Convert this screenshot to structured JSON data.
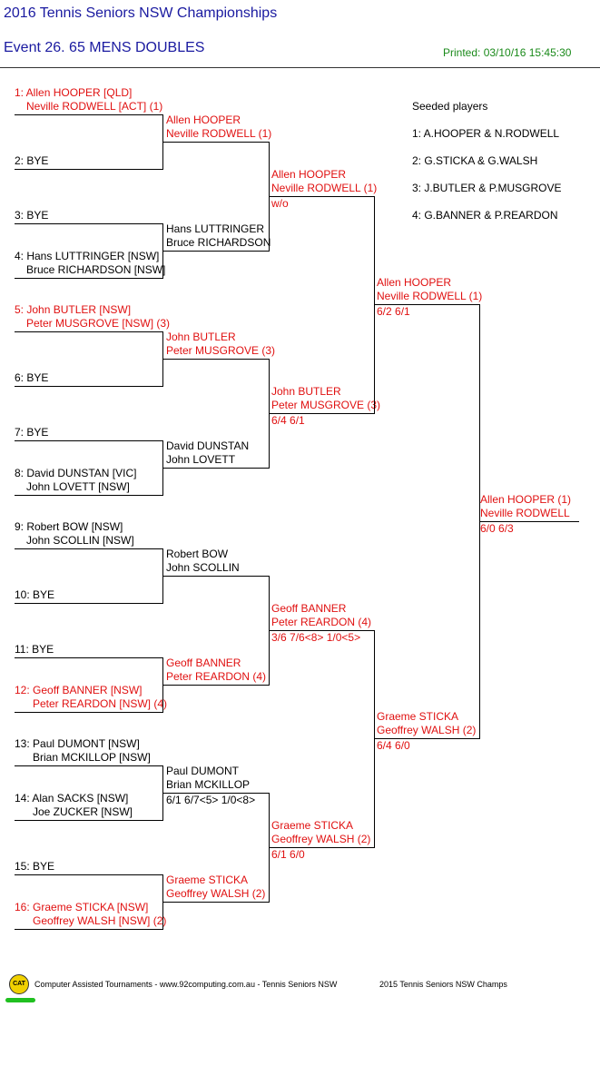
{
  "header": {
    "title": "2016 Tennis Seniors NSW Championships",
    "event": "Event 26. 65 MENS DOUBLES",
    "printed": "Printed: 03/10/16 15:45:30"
  },
  "seeded": {
    "title": "Seeded players",
    "list": [
      "1: A.HOOPER & N.RODWELL",
      "2: G.STICKA & G.WALSH",
      "3: J.BUTLER & P.MUSGROVE",
      "4: G.BANNER & P.REARDON"
    ]
  },
  "draw": {
    "r1": [
      {
        "l1": "1: Allen HOOPER [QLD]",
        "l2": "Neville RODWELL [ACT] (1)",
        "seed": true
      },
      {
        "l1": "2: BYE",
        "l2": "",
        "seed": false
      },
      {
        "l1": "3: BYE",
        "l2": "",
        "seed": false
      },
      {
        "l1": "4: Hans LUTTRINGER [NSW]",
        "l2": "Bruce RICHARDSON [NSW]",
        "seed": false
      },
      {
        "l1": "5: John BUTLER [NSW]",
        "l2": "Peter MUSGROVE [NSW] (3)",
        "seed": true
      },
      {
        "l1": "6: BYE",
        "l2": "",
        "seed": false
      },
      {
        "l1": "7: BYE",
        "l2": "",
        "seed": false
      },
      {
        "l1": "8: David DUNSTAN [VIC]",
        "l2": "John LOVETT [NSW]",
        "seed": false
      },
      {
        "l1": "9: Robert BOW [NSW]",
        "l2": "John SCOLLIN [NSW]",
        "seed": false
      },
      {
        "l1": "10: BYE",
        "l2": "",
        "seed": false
      },
      {
        "l1": "11: BYE",
        "l2": "",
        "seed": false
      },
      {
        "l1": "12: Geoff BANNER [NSW]",
        "l2": "Peter REARDON [NSW] (4)",
        "seed": true
      },
      {
        "l1": "13: Paul DUMONT [NSW]",
        "l2": "Brian MCKILLOP [NSW]",
        "seed": false
      },
      {
        "l1": "14: Alan SACKS [NSW]",
        "l2": "Joe ZUCKER [NSW]",
        "seed": false
      },
      {
        "l1": "15: BYE",
        "l2": "",
        "seed": false
      },
      {
        "l1": "16: Graeme STICKA [NSW]",
        "l2": "Geoffrey WALSH [NSW] (2)",
        "seed": true
      }
    ],
    "r2": [
      {
        "l1": "Allen HOOPER",
        "l2": "Neville RODWELL (1)",
        "score": "",
        "seed": true
      },
      {
        "l1": "Hans LUTTRINGER",
        "l2": "Bruce RICHARDSON",
        "score": "",
        "seed": false
      },
      {
        "l1": "John BUTLER",
        "l2": "Peter MUSGROVE (3)",
        "score": "",
        "seed": true
      },
      {
        "l1": "David DUNSTAN",
        "l2": "John LOVETT",
        "score": "",
        "seed": false
      },
      {
        "l1": "Robert BOW",
        "l2": "John SCOLLIN",
        "score": "",
        "seed": false
      },
      {
        "l1": "Geoff BANNER",
        "l2": "Peter REARDON (4)",
        "score": "",
        "seed": true
      },
      {
        "l1": "Paul DUMONT",
        "l2": "Brian MCKILLOP",
        "score": "6/1 6/7<5>  1/0<8>",
        "seed": false
      },
      {
        "l1": "Graeme STICKA",
        "l2": "Geoffrey WALSH (2)",
        "score": "",
        "seed": true
      }
    ],
    "r3": [
      {
        "l1": "Allen HOOPER",
        "l2": "Neville RODWELL (1)",
        "score": "w/o",
        "seed": true
      },
      {
        "l1": "John BUTLER",
        "l2": "Peter MUSGROVE (3)",
        "score": "6/4 6/1",
        "seed": true
      },
      {
        "l1": "Geoff BANNER",
        "l2": "Peter REARDON (4)",
        "score": "3/6 7/6<8>  1/0<5>",
        "seed": true
      },
      {
        "l1": "Graeme STICKA",
        "l2": "Geoffrey WALSH (2)",
        "score": "6/1 6/0",
        "seed": true
      }
    ],
    "r4": [
      {
        "l1": "Allen HOOPER",
        "l2": "Neville RODWELL (1)",
        "score": "6/2 6/1",
        "seed": true
      },
      {
        "l1": "Graeme STICKA",
        "l2": "Geoffrey WALSH (2)",
        "score": "6/4 6/0",
        "seed": true
      }
    ],
    "final": [
      {
        "l1": "Allen HOOPER (1)",
        "l2": "Neville RODWELL",
        "score": "6/0 6/3",
        "seed": true
      }
    ]
  },
  "footer": {
    "icon_label": "CAT",
    "credit": "Computer Assisted Tournaments - www.92computing.com.au -  Tennis Seniors NSW",
    "champs": "2015 Tennis Seniors NSW Champs"
  }
}
